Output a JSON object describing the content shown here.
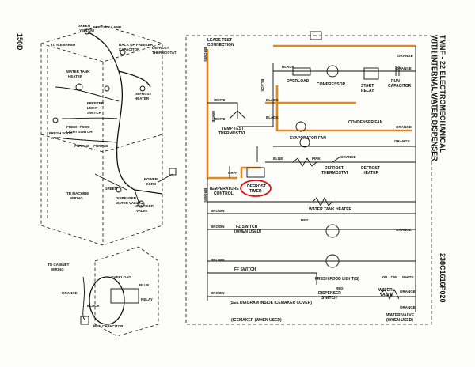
{
  "side_codes": {
    "top_left": "150D",
    "right_title_1": "TMNF - 22 ELECTROMECHANICAL",
    "right_title_2": "WITH INTERNAL WATER DISPENSER",
    "right_bottom": "238C1616P020"
  },
  "pictorial": {
    "labels": [
      "GREEN",
      "YELLOW",
      "FREEZER LAMP",
      "TO ICEMAKER",
      "BACK UP",
      "FREEZER",
      "DEFROST",
      "THERMOSTAT",
      "CAPACITOR",
      "WATER TANK",
      "HEATER",
      "DEFROST",
      "HEATER",
      "FREEZER",
      "LIGHT",
      "SWITCH",
      "FRESH FOOD",
      "LAMP",
      "FRESH FOOD",
      "LIGHT SWITCH",
      "PURPLE",
      "PURPLE",
      "TB MACHINE",
      "WIRING",
      "POWER",
      "CORD",
      "GREEN",
      "DISPENSER",
      "WATER VALVE",
      "ICEMAKER",
      "VALVE"
    ],
    "compressor_labels": [
      "TO CABINET",
      "WIRING",
      "OVERLOAD",
      "ORANGE",
      "BLUE",
      "RELAY",
      "BLACK",
      "RUN CAPACITOR"
    ]
  },
  "schematic": {
    "leads_test": [
      "LEADS TEST",
      "CONNECTION"
    ],
    "wire_colors": {
      "brown": "BROWN",
      "white": "WHITE",
      "black": "BLACK",
      "orange": "ORANGE",
      "blue": "BLUE",
      "pink": "PINK",
      "gray": "GRAY",
      "red": "RED",
      "yellow": "YELLOW"
    },
    "components": {
      "overload": "OVERLOAD",
      "compressor": "COMPRESSOR",
      "start_relay": [
        "START",
        "RELAY"
      ],
      "run_capacitor": [
        "RUN",
        "CAPACITOR"
      ],
      "condenser_fan": "CONDENSER FAN",
      "evaporator_fan": "EVAPORATOR FAN",
      "temp_test_thermostat": [
        "TEMP TEST",
        "THERMOSTAT"
      ],
      "defrost_thermostat": [
        "DEFROST",
        "THERMOSTAT"
      ],
      "defrost_heater": [
        "DEFROST",
        "HEATER"
      ],
      "temperature_control": [
        "TEMPERATURE",
        "CONTROL"
      ],
      "defrost_timer": [
        "DEFROST",
        "TIMER"
      ],
      "water_tank_heater": "WATER TANK HEATER",
      "fz_switch": [
        "FZ SWITCH",
        "(WHEN USED)"
      ],
      "ff_switch": "FF SWITCH",
      "fresh_food_lights": "FRESH FOOD LIGHT(S)",
      "dispenser_switch": [
        "DISPENSER",
        "SWITCH"
      ],
      "water_valve": [
        "WATER",
        "VALVE"
      ],
      "see_diagram": "(SEE DIAGRAM INSIDE ICEMAKER COVER)",
      "icemaker_when_used": "(ICEMAKER (WHEN USED)",
      "water_valve_when_used": [
        "WATER VALVE",
        "(WHEN USED)"
      ]
    },
    "highlight_color": "#e08a1e",
    "circle_color": "#dd1111"
  }
}
